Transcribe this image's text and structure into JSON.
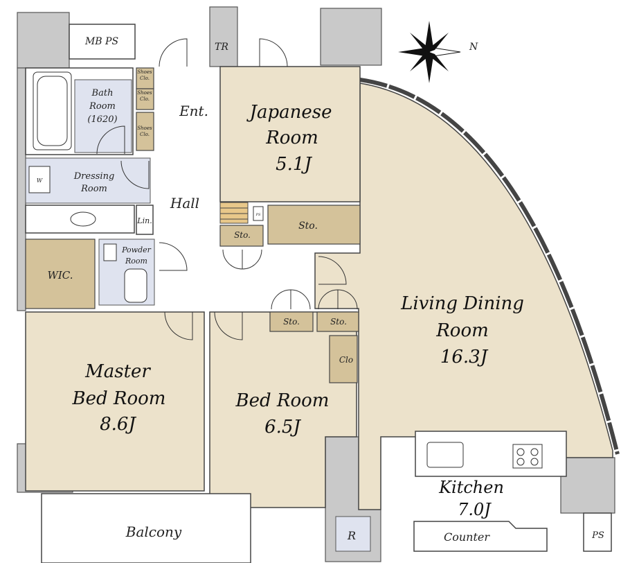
{
  "rooms": {
    "japanese": {
      "name": "Japanese",
      "name2": "Room",
      "size": "5.1J"
    },
    "living": {
      "name": "Living Dining",
      "name2": "Room",
      "size": "16.3J"
    },
    "master": {
      "name": "Master",
      "name2": "Bed Room",
      "size": "8.6J"
    },
    "bed": {
      "name": "Bed Room",
      "size": "6.5J"
    },
    "kitchen": {
      "name": "Kitchen",
      "size": "7.0J"
    }
  },
  "labels": {
    "mb_ps": "MB  PS",
    "tr": "TR",
    "bath": "Bath",
    "bath2": "Room",
    "bath3": "(1620)",
    "shoes": "Shoes",
    "clo": "Clo.",
    "ent": "Ent.",
    "dressing": "Dressing",
    "dressing2": "Room",
    "w": "W",
    "hall": "Hall",
    "lin": "Lin.",
    "powder": "Powder",
    "powder2": "Room",
    "wic": "WIC.",
    "sto": "Sto.",
    "ps_small": "PS",
    "clo_bed": "Clo",
    "balcony": "Balcony",
    "r": "R",
    "counter": "Counter",
    "ps": "PS",
    "north": "N"
  }
}
